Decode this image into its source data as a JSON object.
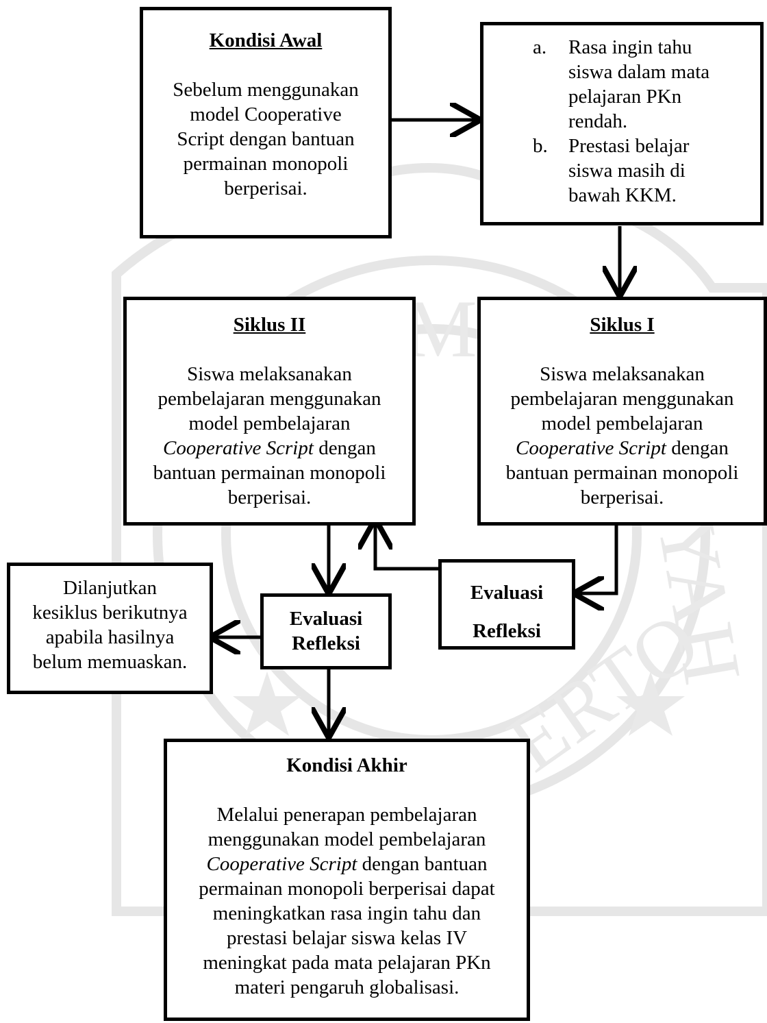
{
  "kondisi_awal": {
    "title": "Kondisi Awal",
    "lines": [
      "Sebelum menggunakan",
      "model Cooperative",
      "Script dengan bantuan",
      "permainan monopoli",
      "berperisai."
    ]
  },
  "masalah": {
    "items": [
      {
        "marker": "a.",
        "lines": [
          "Rasa ingin tahu",
          "siswa dalam mata",
          "pelajaran PKn",
          "rendah."
        ]
      },
      {
        "marker": "b.",
        "lines": [
          "Prestasi belajar",
          "siswa masih di",
          "bawah KKM."
        ]
      }
    ]
  },
  "siklus_1": {
    "title": "Siklus I",
    "line1": "Siswa melaksanakan",
    "line2": "pembelajaran menggunakan",
    "line3": "model pembelajaran",
    "line4_em": "Cooperative Script",
    "line4_rest": " dengan",
    "line5": "bantuan permainan monopoli",
    "line6": "berperisai."
  },
  "siklus_2": {
    "title": "Siklus II",
    "line1": "Siswa melaksanakan",
    "line2": "pembelajaran menggunakan",
    "line3": "model pembelajaran",
    "line4_em": "Cooperative Script",
    "line4_rest": " dengan",
    "line5": "bantuan permainan monopoli",
    "line6": "berperisai."
  },
  "evaluasi_1": {
    "line1": "Evaluasi",
    "line2": "Refleksi"
  },
  "evaluasi_2": {
    "line1": "Evaluasi",
    "line2": "Refleksi"
  },
  "lanjut": {
    "lines": [
      "Dilanjutkan",
      "kesiklus berikutnya",
      "apabila hasilnya",
      "belum memuaskan."
    ]
  },
  "kondisi_akhir": {
    "title": "Kondisi Akhir",
    "line1": "Melalui penerapan pembelajaran",
    "line2": "menggunakan model pembelajaran",
    "line3_em": "Cooperative Script",
    "line3_rest": " dengan bantuan",
    "line4": "permainan monopoli berperisai dapat",
    "line5": "meningkatkan rasa ingin tahu dan",
    "line6": "prestasi belajar siswa kelas IV",
    "line7": "meningkat pada mata pelajaran PKn",
    "line8": "materi pengaruh globalisasi."
  },
  "watermark": {
    "letters": [
      "M",
      "PE",
      "ERTO",
      "YAH"
    ]
  }
}
